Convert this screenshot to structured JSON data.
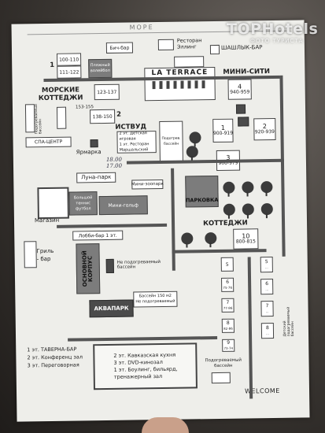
{
  "watermark": {
    "brand": "TOPHotels",
    "tagline": "ФОТО ТУРИСТА"
  },
  "map": {
    "sea": "МОРЕ",
    "bar_beach": "Бич-бар",
    "restaurant": "Ресторан\nЭллинг",
    "shashlik_bar": "ШАШЛЫК-БАР",
    "terrace": "LA TERRACE",
    "mini_city": "МИНИ-СИТИ",
    "sea_cottages": "МОРСКИЕ\nКОТТЕДЖИ",
    "cottage_1_num": "1",
    "cottage_1a": "100-110",
    "cottage_1b": "111-122",
    "cottage_2_num": "2",
    "cottage_2a": "123-137",
    "cottage_2b": "138-150",
    "mid_range": "153-155",
    "beach_volley": "Пляжный\nволейбол",
    "heated_pool_left": "Подогреваемый\nбассейн",
    "spa": "СПА-ЦЕНТР",
    "fair": "Ярмарка",
    "istvud": "ИСТВУД",
    "istvud_1": "2 эт. Детская\nигровая",
    "istvud_2": "1 эт. Ресторан\nМаршальский",
    "mc_4_num": "4",
    "mc_4": "940-959",
    "mc_1_num": "1",
    "mc_1": "900-919",
    "mc_2_num": "2",
    "mc_2": "920-939",
    "mc_3_num": "3",
    "mc_3": "960-979",
    "heated_pool_center": "Подогрев.\nбассейн",
    "luna_park": "Луна-парк",
    "mini_zoo": "Мини-зоопарк",
    "football": "Большой\nтеннис\nфутбол",
    "mini_golf": "Мини-гольф",
    "parking": "ПАРКОВКА",
    "cottages": "КОТТЕДЖИ",
    "cottage_10_num": "10",
    "cottage_10": "800-815",
    "shop": "Магазин",
    "lobby_bar": "Лобби-бар 1 эт.",
    "grill": "Гриль\n- бар",
    "main_building": "ОСНОВНОЙ\nКОРПУС",
    "unheated_pool": "Не подогреваемый\nбассейн",
    "pool_info": "Бассейн 150 м2\nНе подогреваемый",
    "aquapark": "АКВАПАРК",
    "kids_pool": "Детский\nподогреваемый\nбассейн",
    "floor_legend_1": "1 эт. ТАВЕРНА-БАР",
    "floor_legend_2": "2 эт. Конференц зал",
    "floor_legend_3": "3 эт. Переговорная",
    "complex_1": "2 эт. Кавказская кухня",
    "complex_2": "3 эт. DVD-кинозал",
    "complex_3": "1 эт. Боулинг, бильярд,",
    "complex_4": "тренажерный зал",
    "heated_pool_bottom": "Подогреваемый\nбассейн",
    "welcome": "WELCOME",
    "c5": "5",
    "c5r": "...",
    "c6": "6",
    "c6r": "75-76",
    "c7": "7",
    "c7r": "77-86",
    "c8": "8",
    "c8r": "82-86",
    "c9": "9",
    "c9r": "73-74",
    "c11": "6",
    "c11r": "...",
    "c12": "7",
    "c12r": "...",
    "c13": "8",
    "c13r": "...",
    "handwriting_1": "18.00",
    "handwriting_2": "17.00"
  }
}
